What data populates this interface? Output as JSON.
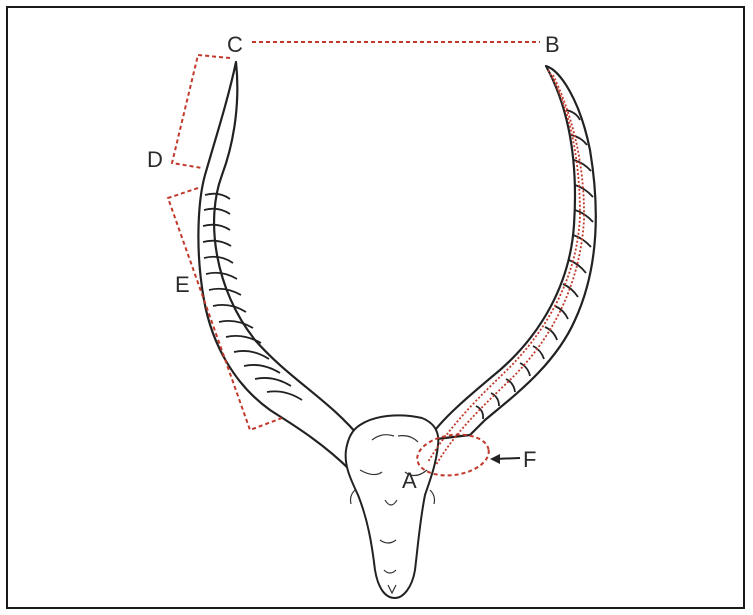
{
  "labels": {
    "a": "A",
    "b": "B",
    "c": "C",
    "d": "D",
    "e": "E",
    "f": "F"
  },
  "colors": {
    "measure_line": "#c0392b",
    "outline": "#222222",
    "frame": "#1a1a1a"
  }
}
